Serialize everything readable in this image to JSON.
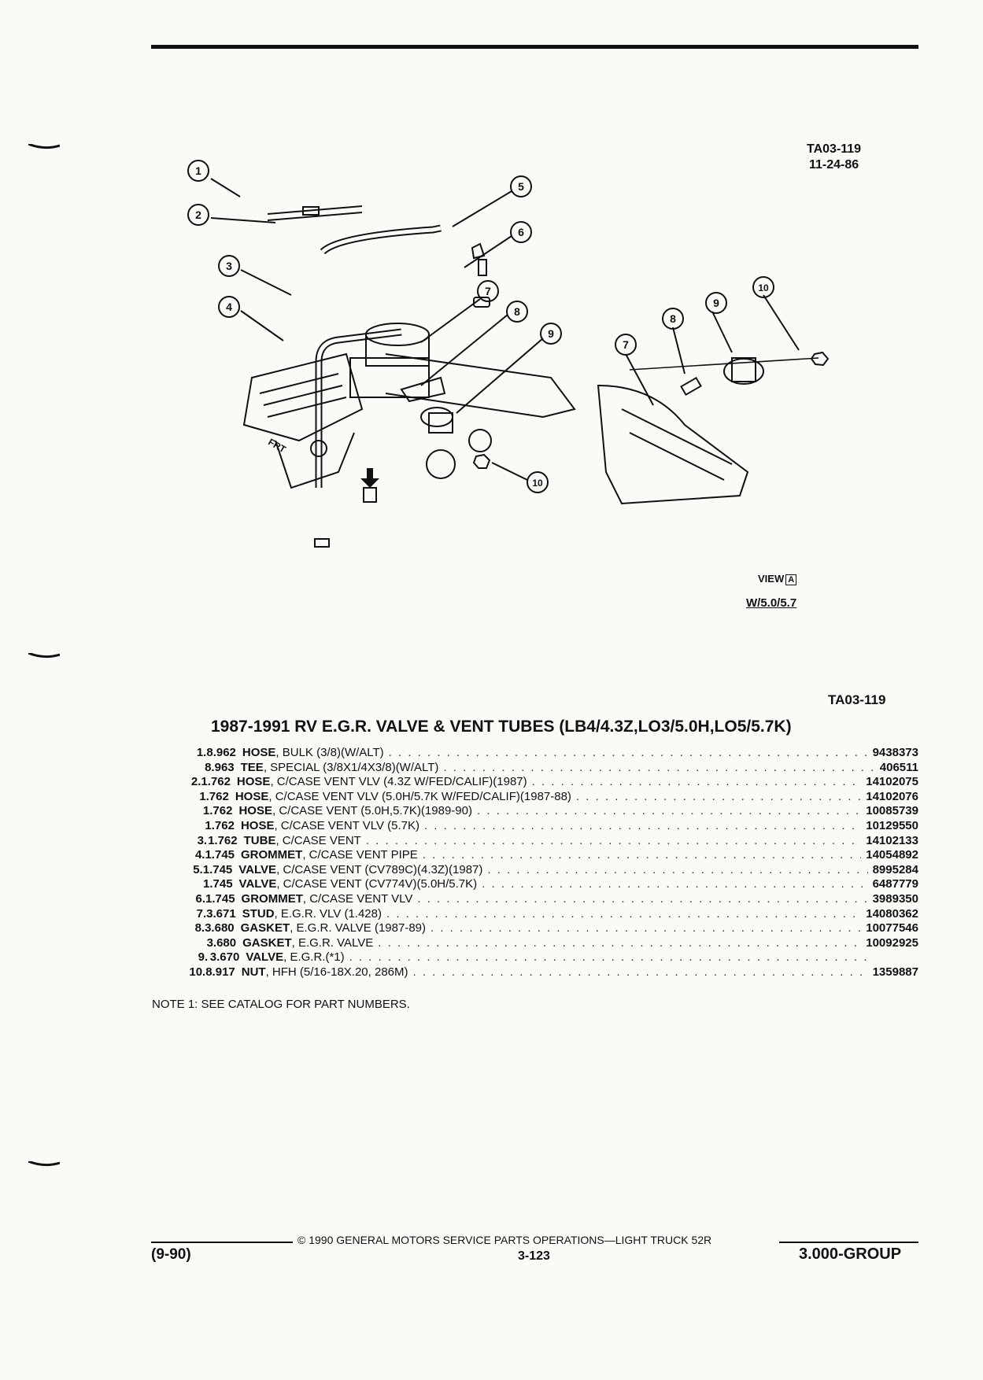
{
  "header": {
    "ref_code": "TA03-119",
    "ref_date": "11-24-86"
  },
  "figure": {
    "callouts": [
      "1",
      "2",
      "3",
      "4",
      "5",
      "6",
      "7",
      "8",
      "9",
      "10"
    ],
    "frt_label": "FRT",
    "view_arrow_label": "A",
    "view_label": "VIEW",
    "view_box": "A",
    "variant_label": "W/5.0/5.7"
  },
  "section": {
    "ref_code": "TA03-119",
    "title": "1987-1991 RV E.G.R. VALVE & VENT TUBES (LB4/4.3Z,LO3/5.0H,LO5/5.7K)"
  },
  "parts": [
    {
      "item": "1.",
      "group": "8.962",
      "name": "HOSE",
      "detail": ", BULK (3/8)(W/ALT)",
      "part": "9438373"
    },
    {
      "item": "",
      "group": "8.963",
      "name": "TEE",
      "detail": ", SPECIAL (3/8X1/4X3/8)(W/ALT)",
      "part": "406511"
    },
    {
      "item": "2.",
      "group": "1.762",
      "name": "HOSE",
      "detail": ", C/CASE VENT VLV (4.3Z W/FED/CALIF)(1987)",
      "part": "14102075"
    },
    {
      "item": "",
      "group": "1.762",
      "name": "HOSE",
      "detail": ", C/CASE VENT VLV (5.0H/5.7K W/FED/CALIF)(1987-88)",
      "part": "14102076"
    },
    {
      "item": "",
      "group": "1.762",
      "name": "HOSE",
      "detail": ", C/CASE VENT (5.0H,5.7K)(1989-90)",
      "part": "10085739"
    },
    {
      "item": "",
      "group": "1.762",
      "name": "HOSE",
      "detail": ", C/CASE VENT VLV (5.7K)",
      "part": "10129550"
    },
    {
      "item": "3.",
      "group": "1.762",
      "name": "TUBE",
      "detail": ", C/CASE VENT",
      "part": "14102133"
    },
    {
      "item": "4.",
      "group": "1.745",
      "name": "GROMMET",
      "detail": ", C/CASE VENT PIPE",
      "part": "14054892"
    },
    {
      "item": "5.",
      "group": "1.745",
      "name": "VALVE",
      "detail": ", C/CASE VENT (CV789C)(4.3Z)(1987)",
      "part": "8995284"
    },
    {
      "item": "",
      "group": "1.745",
      "name": "VALVE",
      "detail": ", C/CASE VENT (CV774V)(5.0H/5.7K)",
      "part": "6487779"
    },
    {
      "item": "6.",
      "group": "1.745",
      "name": "GROMMET",
      "detail": ", C/CASE VENT VLV",
      "part": "3989350"
    },
    {
      "item": "7.",
      "group": "3.671",
      "name": "STUD",
      "detail": ", E.G.R. VLV (1.428)",
      "part": "14080362"
    },
    {
      "item": "8.",
      "group": "3.680",
      "name": "GASKET",
      "detail": ", E.G.R. VALVE (1987-89)",
      "part": "10077546"
    },
    {
      "item": "",
      "group": "3.680",
      "name": "GASKET",
      "detail": ", E.G.R. VALVE",
      "part": "10092925"
    },
    {
      "item": "9.",
      "group": "3.670",
      "name": "VALVE",
      "detail": ", E.G.R.(*1)",
      "part": ""
    },
    {
      "item": "10.",
      "group": "8.917",
      "name": "NUT",
      "detail": ", HFH (5/16-18X.20, 286M)",
      "part": "1359887"
    }
  ],
  "note": "NOTE 1: SEE CATALOG FOR PART NUMBERS.",
  "footer": {
    "copyright": "© 1990 GENERAL MOTORS SERVICE PARTS OPERATIONS—LIGHT TRUCK 52R",
    "date_code": "(9-90)",
    "page": "3-123",
    "group": "3.000-GROUP"
  }
}
